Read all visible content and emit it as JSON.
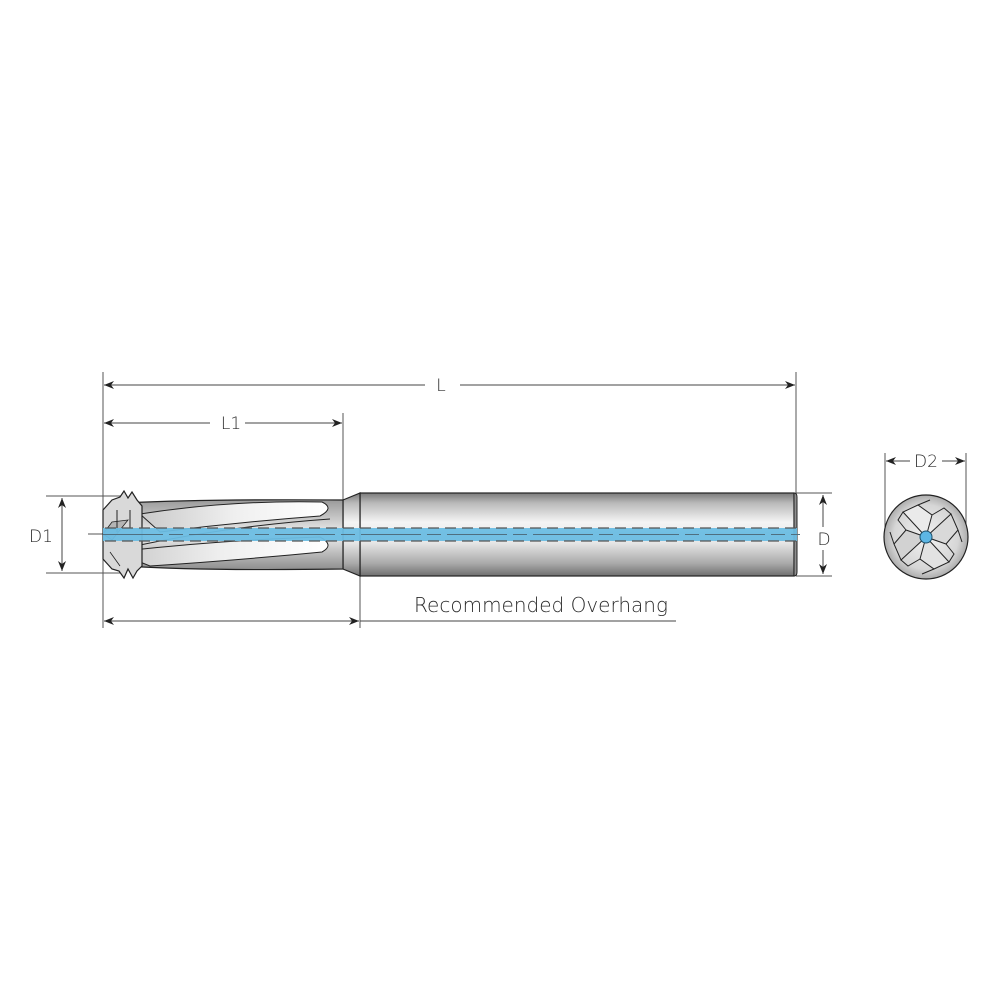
{
  "diagram": {
    "type": "technical-drawing",
    "subject": "End mill with through-coolant channel",
    "labels": {
      "overall_length": "L",
      "flute_length": "L1",
      "cutting_diameter": "D1",
      "shank_diameter": "D",
      "end_view_diameter": "D2",
      "overhang": "Recommended Overhang"
    },
    "colors": {
      "coolant_channel": "#6bbde3",
      "tool_body_light": "#f2f2f2",
      "tool_body_dark": "#8a8a8a",
      "line": "#333333",
      "background": "#ffffff"
    },
    "views": [
      {
        "name": "side-view",
        "description": "Side profile of end mill with helical flutes and coolant channel"
      },
      {
        "name": "end-view",
        "description": "End view showing 4 cutting edges and central coolant hole"
      }
    ]
  }
}
